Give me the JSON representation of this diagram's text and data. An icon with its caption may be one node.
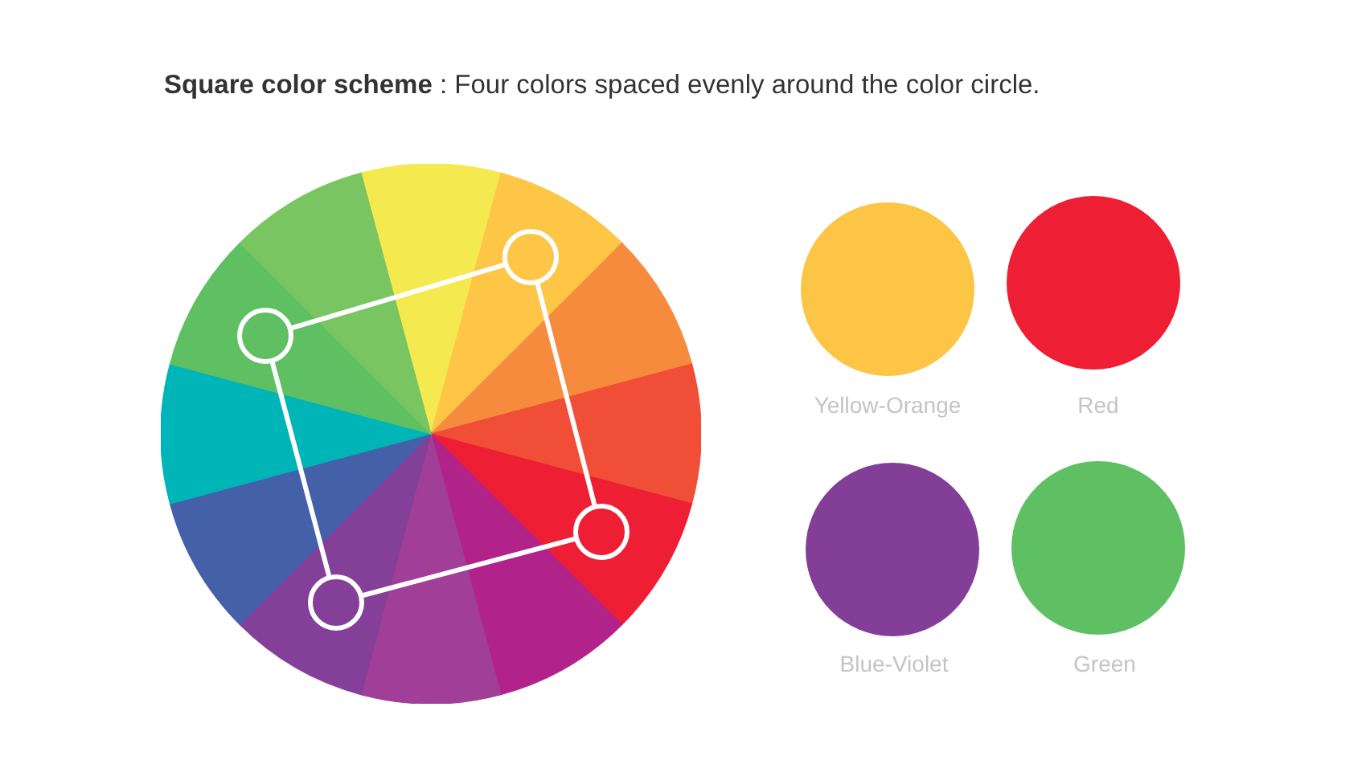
{
  "diagram": {
    "title": "**Square color scheme** : Four colors spaced evenly around the color circle.",
    "nodes": [
      {
        "text": [],
        "shape": "circle"
      },
      {
        "text": [],
        "shape": "circle",
        "in": 0
      },
      {
        "text": [],
        "shape": "circle",
        "in": 0
      },
      {
        "text": [],
        "shape": "circle",
        "in": 0
      },
      {
        "text": [],
        "shape": "circle",
        "in": 0
      }
    ],
    "edges": [
      {
        "from": 1,
        "to": 2,
        "arrow": "none"
      },
      {
        "from": 1,
        "to": 3,
        "arrow": "none"
      },
      {
        "from": 3,
        "to": 4,
        "arrow": "none"
      },
      {
        "from": 4,
        "to": 2,
        "arrow": "none"
      }
    ],
    "legend": [
      {
        "text": "Yellow-Orange",
        "color": "#fcc546"
      },
      {
        "text": "Red",
        "color": "#ee1f34"
      },
      {
        "text": "Blue-Violet",
        "color": "#833f98"
      },
      {
        "text": "Green",
        "color": "#5ec062"
      }
    ]
  }
}
